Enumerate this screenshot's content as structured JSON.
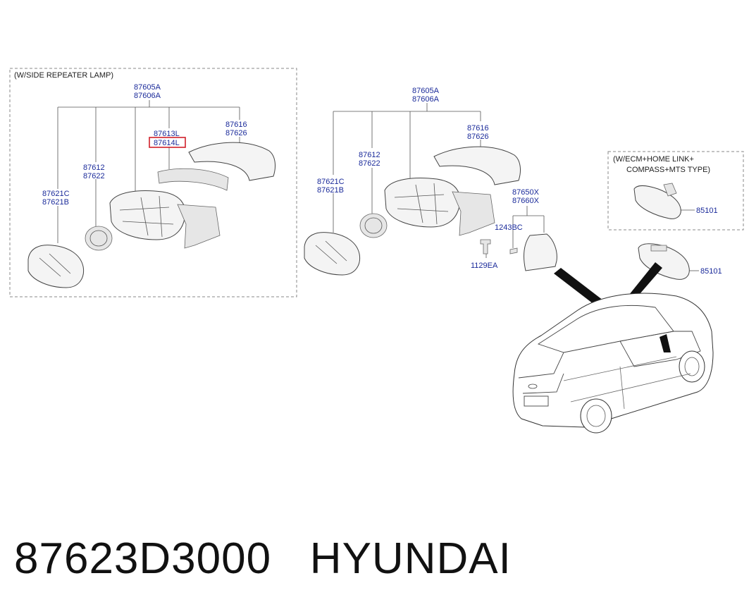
{
  "left_panel": {
    "note": "(W/SIDE REPEATER LAMP)",
    "assembly_a": "87605A",
    "assembly_b": "87606A",
    "mirror_a": "87621C",
    "mirror_b": "87621B",
    "actuator_a": "87612",
    "actuator_b": "87622",
    "lamp_a": "87613L",
    "lamp_b": "87614L",
    "cap_a": "87616",
    "cap_b": "87626"
  },
  "right_panel": {
    "assembly_a": "87605A",
    "assembly_b": "87606A",
    "mirror_a": "87621C",
    "mirror_b": "87621B",
    "actuator_a": "87612",
    "actuator_b": "87622",
    "cap_a": "87616",
    "cap_b": "87626",
    "cover_a": "87650X",
    "cover_b": "87660X",
    "screw": "1243BC",
    "bolt": "1129EA"
  },
  "ecm_box": {
    "note_line1": "(W/ECM+HOME LINK+",
    "note_line2": "COMPASS+MTS TYPE)",
    "part": "85101"
  },
  "inside_mirror": {
    "part": "85101"
  },
  "caption": {
    "part_number": "87623D3000",
    "brand": "HYUNDAI"
  },
  "colors": {
    "label_blue": "#1a2a9a",
    "highlight_red": "#d0202a"
  }
}
